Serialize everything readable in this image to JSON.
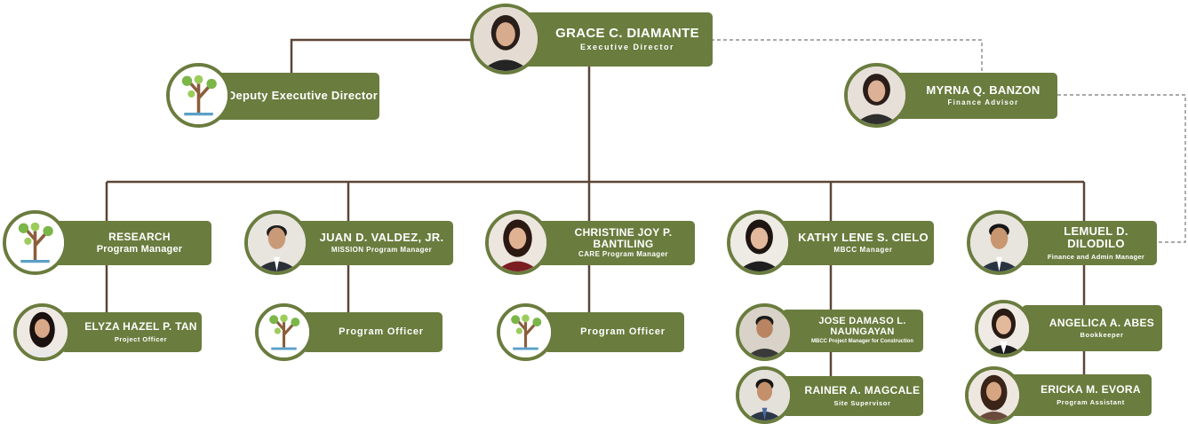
{
  "colors": {
    "card": "#6a7c3e",
    "line": "#5b4636",
    "dashed": "#777777",
    "text": "#ffffff"
  },
  "nodes": {
    "director": {
      "name": "GRACE C. DIAMANTE",
      "role": "Executive Director",
      "icon": "person-photo"
    },
    "deputy": {
      "name": "Deputy Executive Director",
      "role": "",
      "icon": "tree-logo-icon"
    },
    "finance": {
      "name": "MYRNA Q. BANZON",
      "role": "Finance Advisor",
      "icon": "person-photo"
    },
    "research": {
      "name": "RESEARCH",
      "role": "Program Manager",
      "icon": "tree-logo-icon"
    },
    "mission": {
      "name": "JUAN D. VALDEZ, JR.",
      "role": "MISSION Program Manager",
      "icon": "person-photo"
    },
    "care": {
      "name": "CHRISTINE JOY P. BANTILING",
      "role": "CARE Program Manager",
      "icon": "person-photo"
    },
    "mbcc": {
      "name": "KATHY LENE S. CIELO",
      "role": "MBCC Manager",
      "icon": "person-photo"
    },
    "admin": {
      "name": "LEMUEL D. DILODILO",
      "role": "Finance and Admin Manager",
      "icon": "person-photo"
    },
    "tan": {
      "name": "ELYZA HAZEL P. TAN",
      "role": "Project Officer",
      "icon": "person-photo"
    },
    "po1": {
      "name": "Program Officer",
      "role": "",
      "icon": "tree-logo-icon"
    },
    "po2": {
      "name": "Program Officer",
      "role": "",
      "icon": "tree-logo-icon"
    },
    "naungayan": {
      "name": "JOSE DAMASO L. NAUNGAYAN",
      "role": "MBCC Project Manager for Construction",
      "icon": "person-photo"
    },
    "magcale": {
      "name": "RAINER A. MAGCALE",
      "role": "Site Supervisor",
      "icon": "person-photo"
    },
    "abes": {
      "name": "ANGELICA A. ABES",
      "role": "Bookkeeper",
      "icon": "person-photo"
    },
    "evora": {
      "name": "ERICKA M. EVORA",
      "role": "Program Assistant",
      "icon": "person-photo"
    }
  }
}
